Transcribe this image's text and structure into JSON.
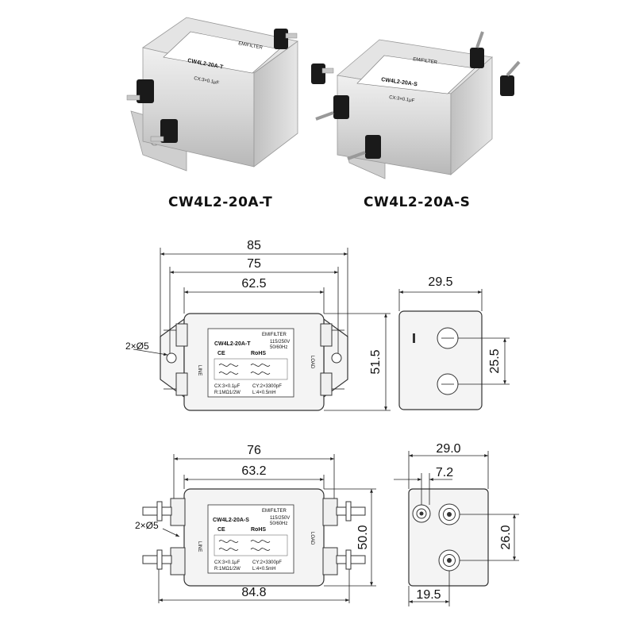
{
  "products": [
    {
      "model": "CW4L2-20A-T",
      "label": {
        "brand": "EMIFILTER",
        "model": "CW4L2-20A-T",
        "rating": [
          "115/250V",
          "50/60Hz"
        ],
        "certs": [
          "CE",
          "RoHS"
        ],
        "specs": [
          "CX:3×0.1μF",
          "CY:2×3300pF",
          "R:1MΩ1/2W",
          "L:4×0.5mH"
        ],
        "terminals": {
          "line": "LINE",
          "load": "LOAD"
        }
      }
    },
    {
      "model": "CW4L2-20A-S",
      "label": {
        "brand": "EMIFILTER",
        "model": "CW4L2-20A-S",
        "rating": [
          "115/250V",
          "50/60Hz"
        ],
        "certs": [
          "CE",
          "RoHS"
        ],
        "specs": [
          "CX:3×0.1μF",
          "CY:2×3300pF",
          "R:1MΩ1/2W",
          "L:4×0.5mH"
        ],
        "terminals": {
          "line": "LINE",
          "load": "LOAD"
        }
      }
    }
  ],
  "drawings": {
    "t_front": {
      "dims": {
        "overall": "85",
        "mount": "75",
        "body": "62.5",
        "height": "51.5",
        "holes": "2×Ø5"
      }
    },
    "t_side": {
      "dims": {
        "depth": "29.5",
        "term_spacing": "25.5"
      }
    },
    "s_front": {
      "dims": {
        "overall": "76",
        "body": "63.2",
        "bottom": "84.8",
        "height": "50.0",
        "holes": "2×Ø5"
      }
    },
    "s_side": {
      "dims": {
        "depth": "29.0",
        "offset": "7.2",
        "term_spacing": "26.0",
        "bottom": "19.5"
      }
    }
  },
  "colors": {
    "body": "#f4f4f4",
    "line": "#222222",
    "terminal": "#1a1a1a",
    "metal": "#c8c8c8"
  }
}
